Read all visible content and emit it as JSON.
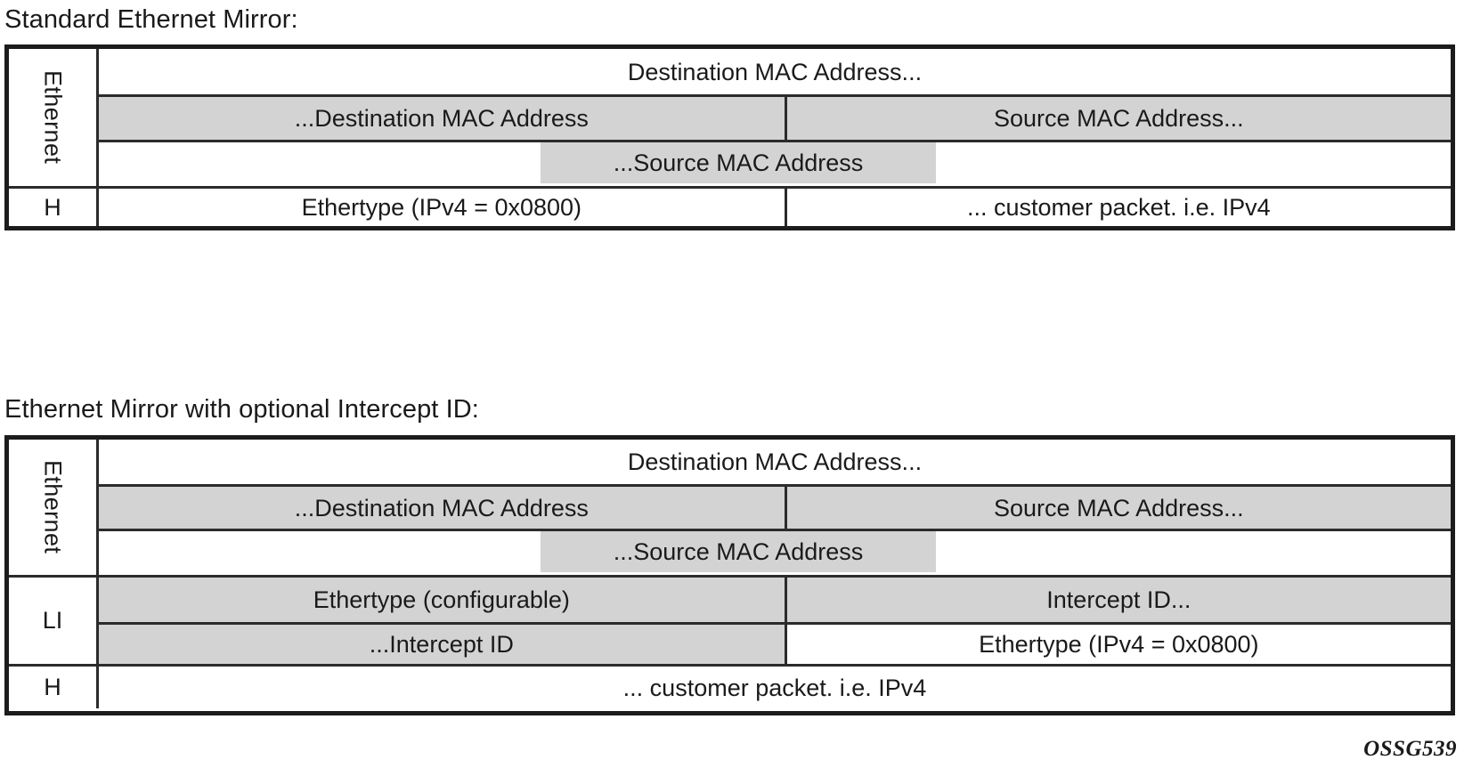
{
  "page": {
    "credit": "OSSG539"
  },
  "diagrams": [
    {
      "caption": "Standard Ethernet Mirror:",
      "bands": [
        {
          "label": "Ethernet",
          "rows": [
            {
              "type": "full",
              "cells": [
                {
                  "text": "Destination MAC Address...",
                  "shaded": false
                }
              ]
            },
            {
              "type": "split",
              "cells": [
                {
                  "text": "...Destination MAC Address",
                  "shaded": true
                },
                {
                  "text": "Source MAC Address...",
                  "shaded": true
                }
              ]
            },
            {
              "type": "offset",
              "block": {
                "text": "...Source MAC Address",
                "left_pct": 32.7,
                "width_pct": 29.2,
                "shaded": true
              }
            }
          ]
        },
        {
          "label": "H",
          "rows": [
            {
              "type": "split",
              "cells": [
                {
                  "text": "Ethertype (IPv4 = 0x0800)",
                  "shaded": false
                },
                {
                  "text": "... customer packet. i.e. IPv4",
                  "shaded": false
                }
              ]
            }
          ]
        }
      ]
    },
    {
      "caption": "Ethernet Mirror with optional Intercept ID:",
      "bands": [
        {
          "label": "Ethernet",
          "rows": [
            {
              "type": "full",
              "cells": [
                {
                  "text": "Destination MAC Address...",
                  "shaded": false
                }
              ]
            },
            {
              "type": "split",
              "cells": [
                {
                  "text": "...Destination MAC Address",
                  "shaded": true
                },
                {
                  "text": "Source MAC Address...",
                  "shaded": true
                }
              ]
            },
            {
              "type": "offset",
              "block": {
                "text": "...Source MAC Address",
                "left_pct": 32.7,
                "width_pct": 29.2,
                "shaded": true
              }
            }
          ]
        },
        {
          "label": "LI",
          "rows": [
            {
              "type": "split",
              "cells": [
                {
                  "text": "Ethertype (configurable)",
                  "shaded": true
                },
                {
                  "text": "Intercept ID...",
                  "shaded": true
                }
              ]
            },
            {
              "type": "split",
              "cells": [
                {
                  "text": "...Intercept ID",
                  "shaded": true
                },
                {
                  "text": "Ethertype (IPv4 = 0x0800)",
                  "shaded": false
                }
              ]
            }
          ]
        },
        {
          "label": "H",
          "rows": [
            {
              "type": "full",
              "cells": [
                {
                  "text": "... customer packet. i.e. IPv4",
                  "shaded": false
                }
              ]
            }
          ]
        }
      ]
    }
  ],
  "colors": {
    "shaded_field": "#d3d3d3",
    "plain_field": "#ffffff",
    "border_outer": "#1c1c1c",
    "border_inner": "#2b2b2b",
    "text": "#1a1a1a"
  }
}
